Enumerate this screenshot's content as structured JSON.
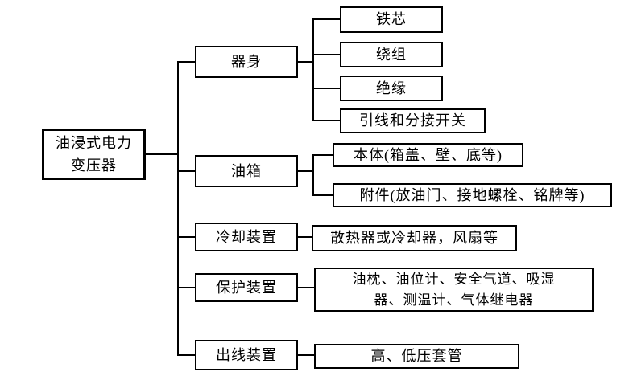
{
  "root": {
    "line1": "油浸式电力",
    "line2": "变压器"
  },
  "branches": [
    {
      "label": "器身",
      "children": [
        {
          "label": "铁芯"
        },
        {
          "label": "绕组"
        },
        {
          "label": "绝缘"
        },
        {
          "label": "引线和分接开关"
        }
      ]
    },
    {
      "label": "油箱",
      "children": [
        {
          "label": "本体(箱盖、壁、底等)"
        },
        {
          "label": "附件(放油门、接地螺栓、铭牌等)"
        }
      ]
    },
    {
      "label": "冷却装置",
      "children": [
        {
          "label": "散热器或冷却器，风扇等"
        }
      ]
    },
    {
      "label": "保护装置",
      "children": [
        {
          "label": "油枕、油位计、安全气道、吸湿器、测温计、气体继电器",
          "line1": "油枕、油位计、安全气道、吸湿",
          "line2": "器、测温计、气体继电器"
        }
      ]
    },
    {
      "label": "出线装置",
      "children": [
        {
          "label": "高、低压套管"
        }
      ]
    }
  ],
  "colors": {
    "line": "#000000",
    "background": "#ffffff",
    "text": "#000000"
  }
}
